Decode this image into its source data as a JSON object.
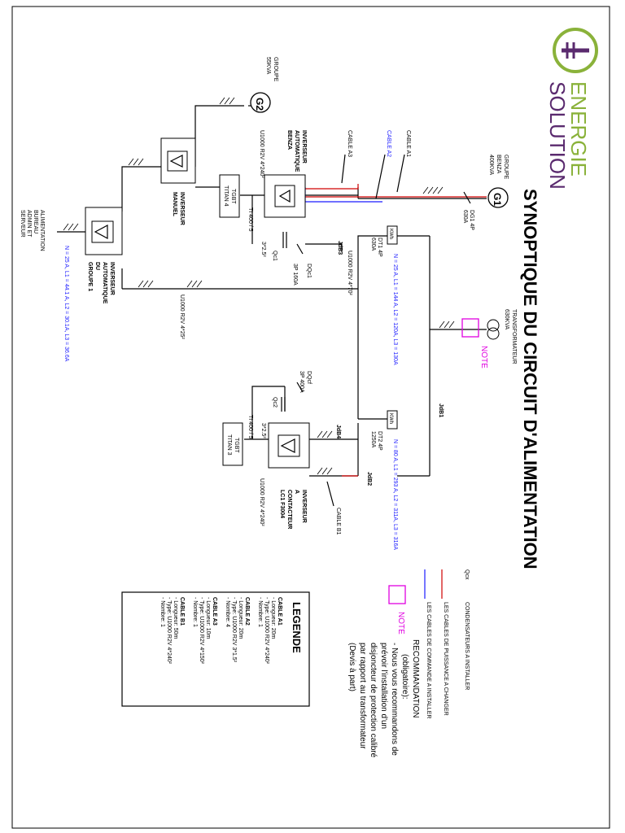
{
  "title": "SYNOPTIQUE DU CIRCUIT D'ALIMENTATION",
  "logo": {
    "line1": "ENERGIE",
    "line2": "SOLUTION"
  },
  "sources": {
    "g1": {
      "symbol": "G1",
      "name": "GROUPE",
      "sub1": "BENZA",
      "sub2": "400KVA"
    },
    "g2": {
      "symbol": "G2",
      "name": "GROUPE",
      "sub1": "55KVA"
    },
    "transfo": {
      "name": "TRANSFORMATEUR",
      "power": "630KVA"
    }
  },
  "cables": {
    "a1": "CABLE A1",
    "a2": "CABLE A2",
    "a3": "CABLE A3",
    "b1": "CABLE B1"
  },
  "breakers": {
    "dg1": "DG1 4P",
    "dg1_rating": "630A",
    "dt1": "DT1 4P",
    "dt1_rating": "630A",
    "dt2": "DT2 4P",
    "dt2_rating": "1250A",
    "dqc1": "DQc1",
    "dqc1_rating": "3P 160A",
    "dqcf": "DQcf",
    "dqcf_rating": "3P 400A"
  },
  "kwh": "KWh",
  "boxes": {
    "jdb1": "JdB1",
    "jdb2": "JdB2",
    "jdb3": "JdB3",
    "jdb4": "JdB4"
  },
  "capacitors": {
    "qc1": "Qc1",
    "qc2": "Qc2",
    "qc1_spec": "3*2.5²",
    "qc2_spec": "3*2.5²"
  },
  "ct": {
    "ti1": "TI 400 / 5",
    "ti2": "TI 400 / 5"
  },
  "tgbt": {
    "t4": {
      "name": "TGBT",
      "sub": "TITAN 4"
    },
    "t3": {
      "name": "TGBT",
      "sub": "TITAN 3"
    }
  },
  "inverters": {
    "benza": [
      "INVERSEUR",
      "AUTOMATIQUE",
      "BENZA"
    ],
    "manuel": [
      "INVERSEUR",
      "MANUEL"
    ],
    "groupe1": [
      "INVERSEUR",
      "AUTOMATIQUE",
      "DU",
      "GROUPE 1"
    ],
    "contacteur": [
      "INVERSEUR",
      "A",
      "CONTACTEUR",
      "LC1 F3004"
    ]
  },
  "cable_specs": {
    "benza": "U1000 R2V 4*240²",
    "jdb3": "U1000 R2V 4*70²",
    "groupe1": "U1000 R2V 4*25²",
    "contacteur": "U1000 R2V 4*240²"
  },
  "alimentation": [
    "ALIMENTATION",
    "BUREAU",
    "ADMIN ET",
    "SERVEUR"
  ],
  "measures": {
    "m_groupe1": "N = 25 A, L1 = 44.1 A, L2 = 30.1A, L3 = 36.6A",
    "m_dt1": "N = 25 A, L1 = 144 A, L2 = 120A, L3 = 130A",
    "m_dt2": "N = 80 A, L1 = 293 A, L2 = 311A, L3 = 316A"
  },
  "note": "NOTE",
  "key": {
    "qcx_code": "Qcx",
    "qcx_text": "CONDENSATEURS A INSTALLER",
    "red_text": "LES CABLES DE PUISSANCE A CHANGER",
    "blue_text": "LES CABLES DE COMMANDE A INSTALLER",
    "note_label": "NOTE",
    "reco_title": "RECOMMANDATION",
    "reco_sub": "(obligatoire):",
    "reco_lines": [
      "- Nous vous recommandons de",
      "prévoir    l'installation    d'un",
      "disjoncteur de protection calibré",
      "par  rapport  au  transformateur",
      "(Devis à part)"
    ]
  },
  "legend": {
    "title": "LEGENDE",
    "blocks": [
      {
        "head": "CABLE A1",
        "lines": [
          "- Longueur: 20m",
          "- Type: U1000 R2V 4*240²",
          "- Nombre: 1"
        ]
      },
      {
        "head": "CABLE A2",
        "lines": [
          "- Longueur: 20m",
          "- Type: U1000 R2V 3*1.5²",
          "- Nombre: 4"
        ]
      },
      {
        "head": "CABLE A3",
        "lines": [
          "- Longueur: 10m",
          "- Type: U1000 R2V 4*150²",
          "- Nombre: 1"
        ]
      },
      {
        "head": "CABLE B1",
        "lines": [
          "- Longueur: 50m",
          "- Type: U1000 R2V 4*240²",
          "- Nombre: 1"
        ]
      }
    ]
  },
  "colors": {
    "power_cable": "#d00000",
    "control_cable": "#1a1aff",
    "note": "#e000e0",
    "logo_green": "#8ab23a",
    "logo_purple": "#5a2a6e"
  }
}
